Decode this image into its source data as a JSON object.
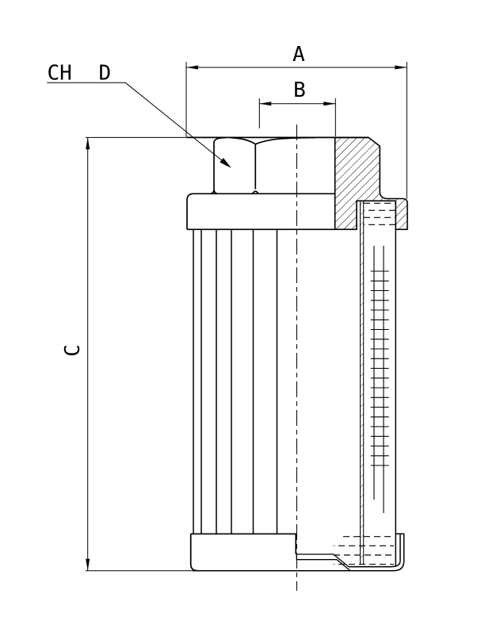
{
  "drawing": {
    "labels": {
      "width_a": "A",
      "width_b": "B",
      "height_c": "C",
      "hex_ch": "CH",
      "hex_d": "D"
    }
  },
  "colors": {
    "line": "#000000",
    "background": "#ffffff"
  }
}
